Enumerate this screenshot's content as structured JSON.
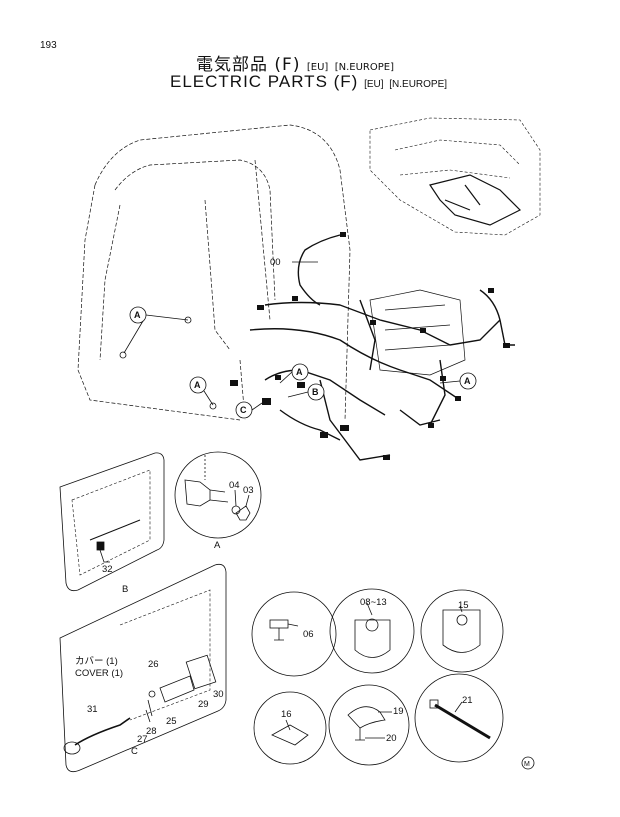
{
  "page": {
    "number": "193",
    "title_jp": "電気部品 (F)",
    "title_en": "ELECTRIC PARTS (F)",
    "region_1": "[EU]",
    "region_2": "[N.EUROPE]"
  },
  "main_view": {
    "harness_label": "00",
    "callouts": [
      "A",
      "A",
      "A",
      "A",
      "B",
      "C"
    ]
  },
  "detail_a": {
    "parts": [
      "04",
      "03"
    ],
    "caption": "A"
  },
  "detail_b": {
    "parts": [
      "32"
    ],
    "caption": "B"
  },
  "detail_c": {
    "cover_jp": "カバー (1)",
    "cover_en": "COVER (1)",
    "parts": [
      "26",
      "27",
      "28",
      "31",
      "25",
      "29",
      "30"
    ],
    "caption": "C"
  },
  "part_circles": [
    {
      "label": "06"
    },
    {
      "label": "08~13"
    },
    {
      "label": "15"
    },
    {
      "label": "16"
    },
    {
      "label": "19"
    },
    {
      "label": "20"
    },
    {
      "label": "21"
    }
  ],
  "footer_mark": "M"
}
